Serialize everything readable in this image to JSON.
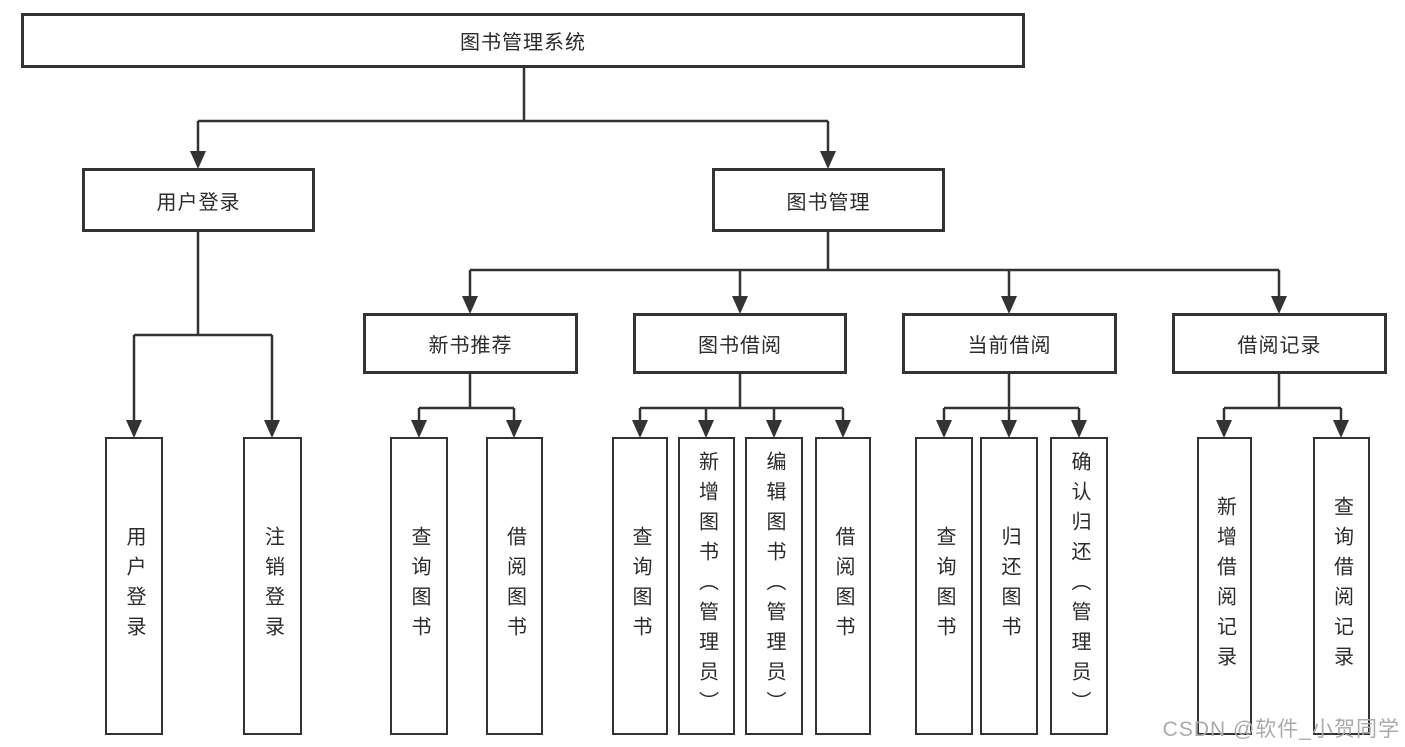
{
  "diagram": {
    "root": "图书管理系统",
    "level2": [
      "用户登录",
      "图书管理"
    ],
    "level3": [
      "新书推荐",
      "图书借阅",
      "当前借阅",
      "借阅记录"
    ],
    "leaves": {
      "user_login": [
        "用户登录",
        "注销登录"
      ],
      "new_book": [
        "查询图书",
        "借阅图书"
      ],
      "borrow": [
        "查询图书",
        "新增图书（管理员）",
        "编辑图书（管理员）",
        "借阅图书"
      ],
      "current": [
        "查询图书",
        "归还图书",
        "确认归还（管理员）"
      ],
      "records": [
        "新增借阅记录",
        "查询借阅记录"
      ]
    }
  },
  "watermark": "CSDN @软件_小贺同学",
  "colors": {
    "line": "#333333",
    "box_border": "#333333",
    "text": "#2b2b2b",
    "watermark": "#ababab",
    "background": "#ffffff"
  }
}
